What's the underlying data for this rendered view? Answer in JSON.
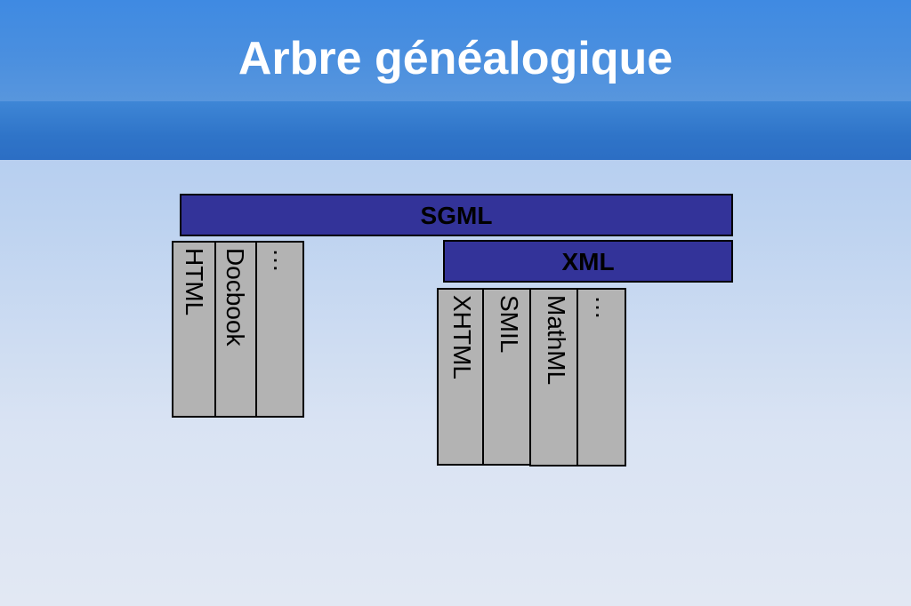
{
  "slide": {
    "title": "Arbre généalogique"
  },
  "diagram": {
    "root": {
      "label": "SGML"
    },
    "sgml_children": [
      {
        "label": "HTML"
      },
      {
        "label": "Docbook"
      },
      {
        "label": "…"
      }
    ],
    "xml": {
      "label": "XML"
    },
    "xml_children": [
      {
        "label": "XHTML"
      },
      {
        "label": "SMIL"
      },
      {
        "label": "MathML"
      },
      {
        "label": "…"
      }
    ]
  },
  "colors": {
    "header_blue": "#3f8ae2",
    "bar_fill": "#333399",
    "box_fill": "#b3b3b3",
    "title_text": "#ffffff"
  }
}
